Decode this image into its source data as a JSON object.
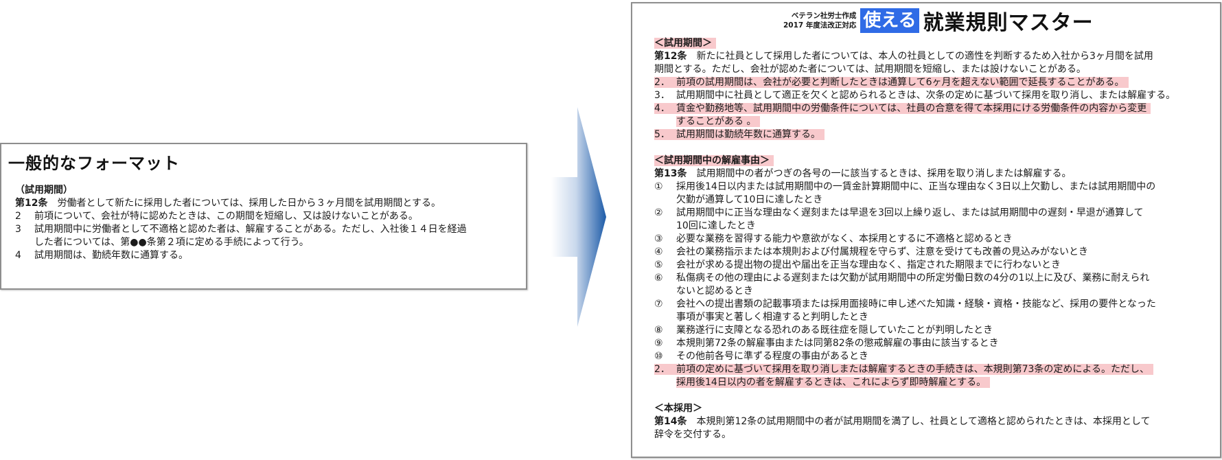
{
  "left": {
    "title": "一般的なフォーマット",
    "section": "（試用期間）",
    "article": "第12条",
    "article_text": "　労働者として新たに採用した者については、採用した日から３ヶ月間を試用期間とする。",
    "items": [
      {
        "num": "2",
        "lines": [
          "前項について、会社が特に認めたときは、この期間を短縮し、又は設けないことがある。"
        ]
      },
      {
        "num": "3",
        "lines": [
          "試用期間中に労働者として不適格と認めた者は、解雇することがある。ただし、入社後１４日を経過",
          "した者については、第●●条第２項に定める手続によって行う。"
        ]
      },
      {
        "num": "4",
        "lines": [
          "試用期間は、勤続年数に通算する。"
        ]
      }
    ]
  },
  "brand": {
    "line1": "ベテラン社労士作成",
    "line2": "2017 年度法改正対応",
    "badge": "使える",
    "title": "就業規則マスター"
  },
  "right": {
    "sec1_heading": "＜試用期間＞",
    "art12_label": "第12条",
    "art12_lines": [
      "　新たに社員として採用した者については、本人の社員としての適性を判断するため入社から3ヶ月間を試用",
      "期間とする。ただし、会社が認めた者については、試用期間を短縮し、または設けないことがある。"
    ],
    "art12_items": [
      {
        "num": "2．",
        "highlight": true,
        "lines": [
          "前項の試用期間は、会社が必要と判断したときは通算して6ヶ月を超えない範囲で延長することがある。"
        ]
      },
      {
        "num": "3．",
        "highlight": false,
        "lines": [
          "試用期間中に社員として適正を欠くと認められるときは、次条の定めに基づいて採用を取り消し、または解雇する。"
        ]
      },
      {
        "num": "4．",
        "highlight": true,
        "lines": [
          "賃金や勤務地等、試用期間中の労働条件については、社員の合意を得て本採用にける労働条件の内容から変更",
          "することがある 。"
        ]
      },
      {
        "num": "5．",
        "highlight": true,
        "lines": [
          "試用期間は勤続年数に通算する。"
        ]
      }
    ],
    "sec2_heading": "＜試用期間中の解雇事由＞",
    "art13_label": "第13条",
    "art13_text": "　試用期間中の者がつぎの各号の一に該当するときは、採用を取り消しまたは解雇する。",
    "art13_items": [
      {
        "num": "①",
        "lines": [
          "採用後14日以内または試用期間中の一賃金計算期間中に、正当な理由なく3日以上欠勤し、または試用期間中の",
          "欠勤が通算して10日に達したとき"
        ]
      },
      {
        "num": "②",
        "lines": [
          "試用期間中に正当な理由なく遅刻または早退を3回以上繰り返し、または試用期間中の遅刻・早退が通算して",
          "10回に達したとき"
        ]
      },
      {
        "num": "③",
        "lines": [
          "必要な業務を習得する能力や意欲がなく、本採用とするに不適格と認めるとき"
        ]
      },
      {
        "num": "④",
        "lines": [
          "会社の業務指示または本規則および付属規程を守らず、注意を受けても改善の見込みがないとき"
        ]
      },
      {
        "num": "⑤",
        "lines": [
          "会社が求める提出物の提出や届出を正当な理由なく、指定された期限までに行わないとき"
        ]
      },
      {
        "num": "⑥",
        "lines": [
          "私傷病その他の理由による遅刻または欠勤が試用期間中の所定労働日数の4分の1以上に及び、業務に耐えられ",
          "ないと認めるとき"
        ]
      },
      {
        "num": "⑦",
        "lines": [
          "会社への提出書類の記載事項または採用面接時に申し述べた知識・経験・資格・技能など、採用の要件となった",
          "事項が事実と著しく相違すると判明したとき"
        ]
      },
      {
        "num": "⑧",
        "lines": [
          "業務遂行に支障となる恐れのある既往症を隠していたことが判明したとき"
        ]
      },
      {
        "num": "⑨",
        "lines": [
          "本規則第72条の解雇事由または同第82条の懲戒解雇の事由に該当するとき"
        ]
      },
      {
        "num": "⑩",
        "lines": [
          "その他前各号に準ずる程度の事由があるとき"
        ]
      }
    ],
    "art13_para2": {
      "num": "2．",
      "lines": [
        "前項の定めに基づいて採用を取り消しまたは解雇するときの手続きは、本規則第73条の定めによる。ただし、",
        "採用後14日以内の者を解雇するときは、これによらず即時解雇とする。"
      ]
    },
    "sec3_heading": "＜本採用＞",
    "art14_label": "第14条",
    "art14_lines": [
      "　本規則第12条の試用期間中の者が試用期間を満了し、社員として適格と認められたときは、本採用として",
      "辞令を交付する。"
    ]
  },
  "colors": {
    "highlight": "#f8c9cc",
    "badge": "#2f6be6",
    "border": "#8e8e8e"
  }
}
